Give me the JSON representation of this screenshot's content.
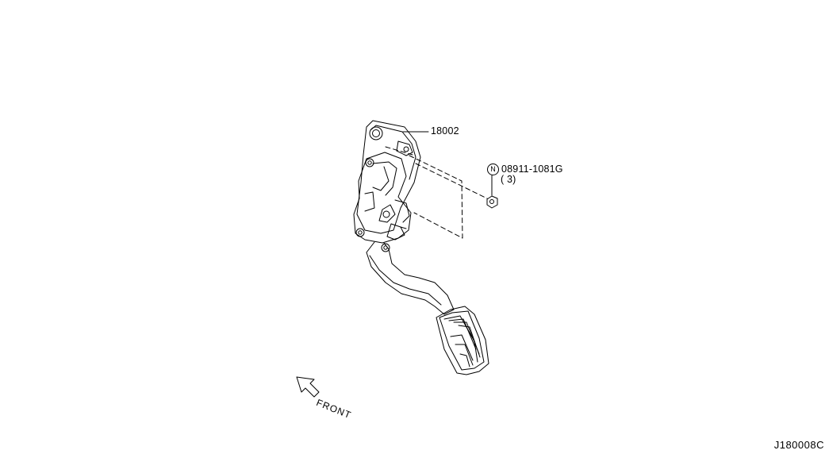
{
  "parts": {
    "pedal_assembly": "18002",
    "bolt_symbol": "N",
    "bolt_number": "08911-1081G",
    "bolt_qty": "( 3)"
  },
  "direction_label": "FRONT",
  "diagram_code": "J180008C"
}
